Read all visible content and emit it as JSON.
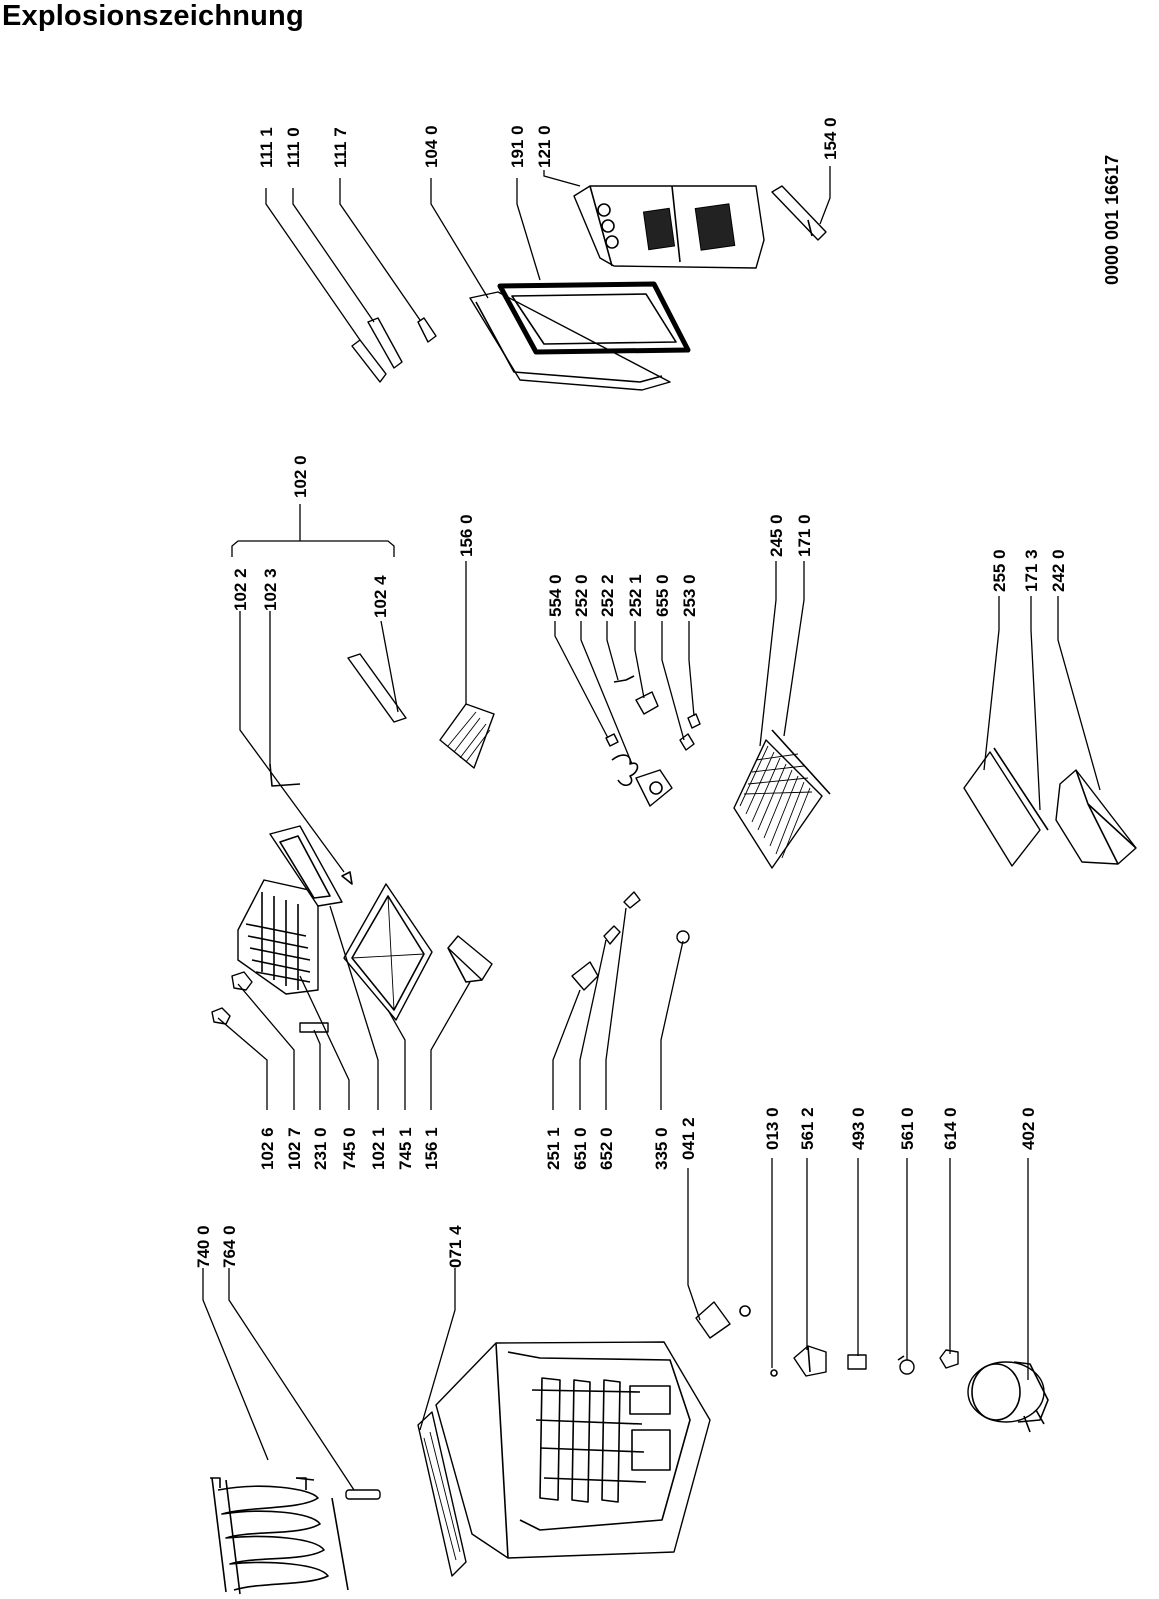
{
  "title": "Explosionszeichnung",
  "drawing_number": "0000 001 16617",
  "labels": {
    "l7400": "740 0",
    "l7640": "764 0",
    "l0714": "071 4",
    "l1026": "102 6",
    "l1027": "102 7",
    "l2310": "231 0",
    "l7450": "745 0",
    "l1021": "102 1",
    "l7451": "745 1",
    "l1561": "156 1",
    "l2511": "251 1",
    "l6510": "651 0",
    "l6520": "652 0",
    "l3350": "335 0",
    "l0412": "041 2",
    "l0130": "013 0",
    "l5612": "561 2",
    "l4930": "493 0",
    "l5610": "561 0",
    "l6140": "614 0",
    "l4020": "402 0",
    "l1022": "102 2",
    "l1023": "102 3",
    "l1024": "102 4",
    "l1020": "102 0",
    "l1560": "156 0",
    "l5540": "554 0",
    "l2520": "252 0",
    "l2522": "252 2",
    "l2521": "252 1",
    "l6550": "655 0",
    "l2530": "253 0",
    "l2450": "245 0",
    "l1710": "171 0",
    "l2550": "255 0",
    "l1713": "171 3",
    "l2420": "242 0",
    "l1111": "111 1",
    "l1110": "111 0",
    "l1117": "111 7",
    "l1040": "104 0",
    "l1910": "191 0",
    "l1210": "121 0",
    "l1540": "154 0"
  }
}
